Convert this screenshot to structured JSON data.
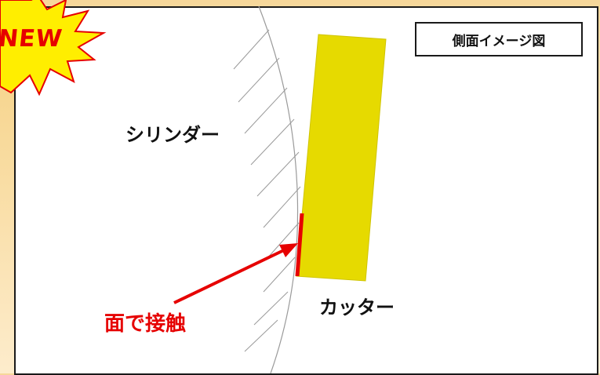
{
  "title": "側面イメージ図",
  "labels": {
    "cylinder": "シリンダー",
    "cutter": "カッター",
    "contact": "面で接触"
  },
  "badge": {
    "text": "NEW"
  },
  "colors": {
    "cutter_fill": "#e6da00",
    "contact_red": "#e60000",
    "badge_yellow": "#ffee00",
    "background": "#fbe8c2"
  }
}
